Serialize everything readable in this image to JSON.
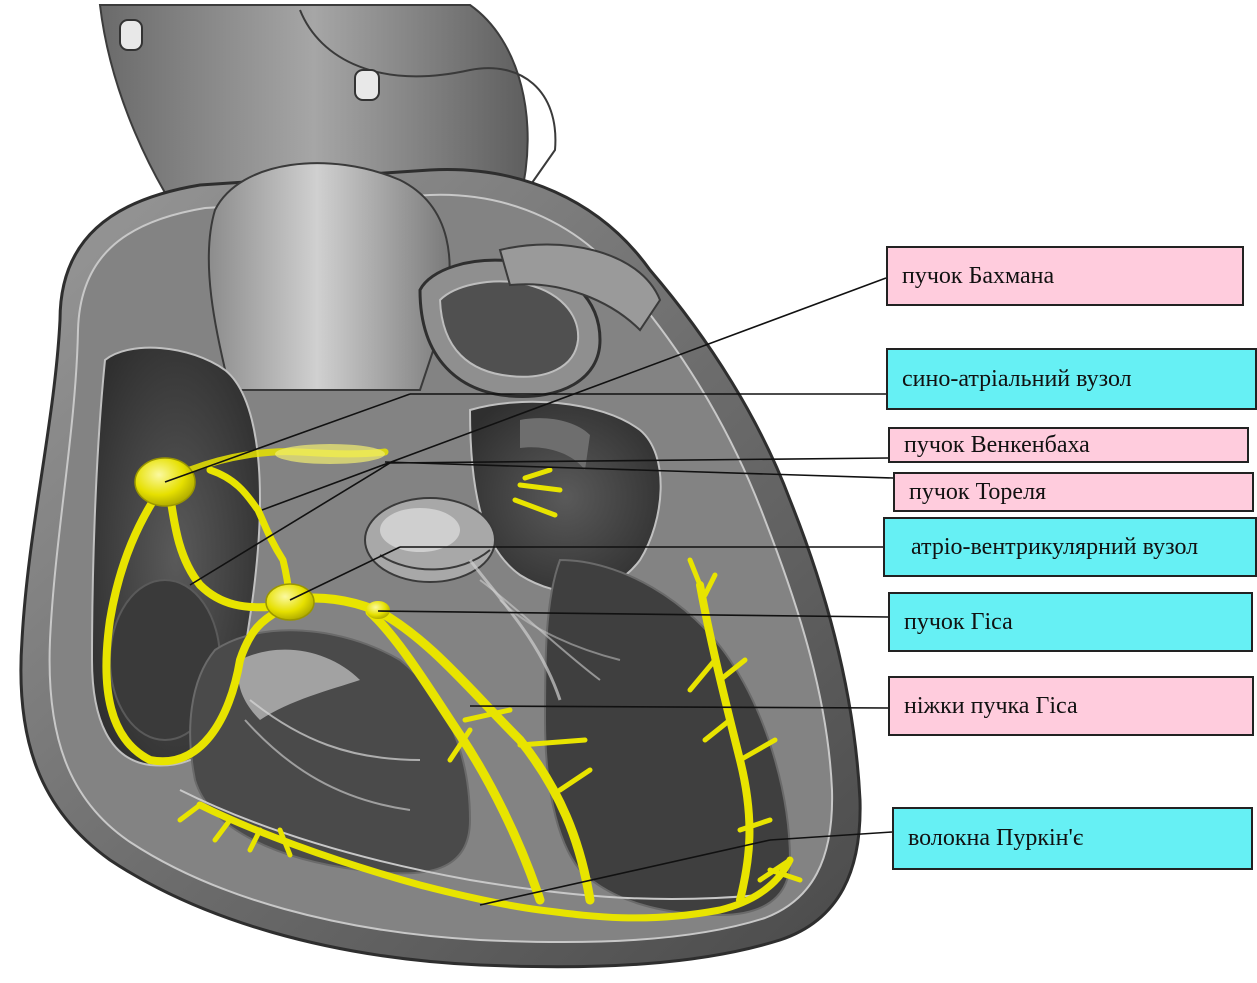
{
  "colors": {
    "pink_label": "#ffccdd",
    "cyan_label": "#66f0f4",
    "conduction_yellow": "#e8e400",
    "heart_gray": "#8a8a8a"
  },
  "labels": {
    "bachmann": "пучок Бахмана",
    "sa_node": "сино-атріальний вузол",
    "wenckebach": "пучок Венкенбаха",
    "thorel": "пучок Тореля",
    "av_node": "атріо-вентрикулярний вузол",
    "his_bundle": "пучок Гіса",
    "bundle_branches": "ніжки пучка Гіса",
    "purkinje": "волокна Пуркін'є"
  }
}
